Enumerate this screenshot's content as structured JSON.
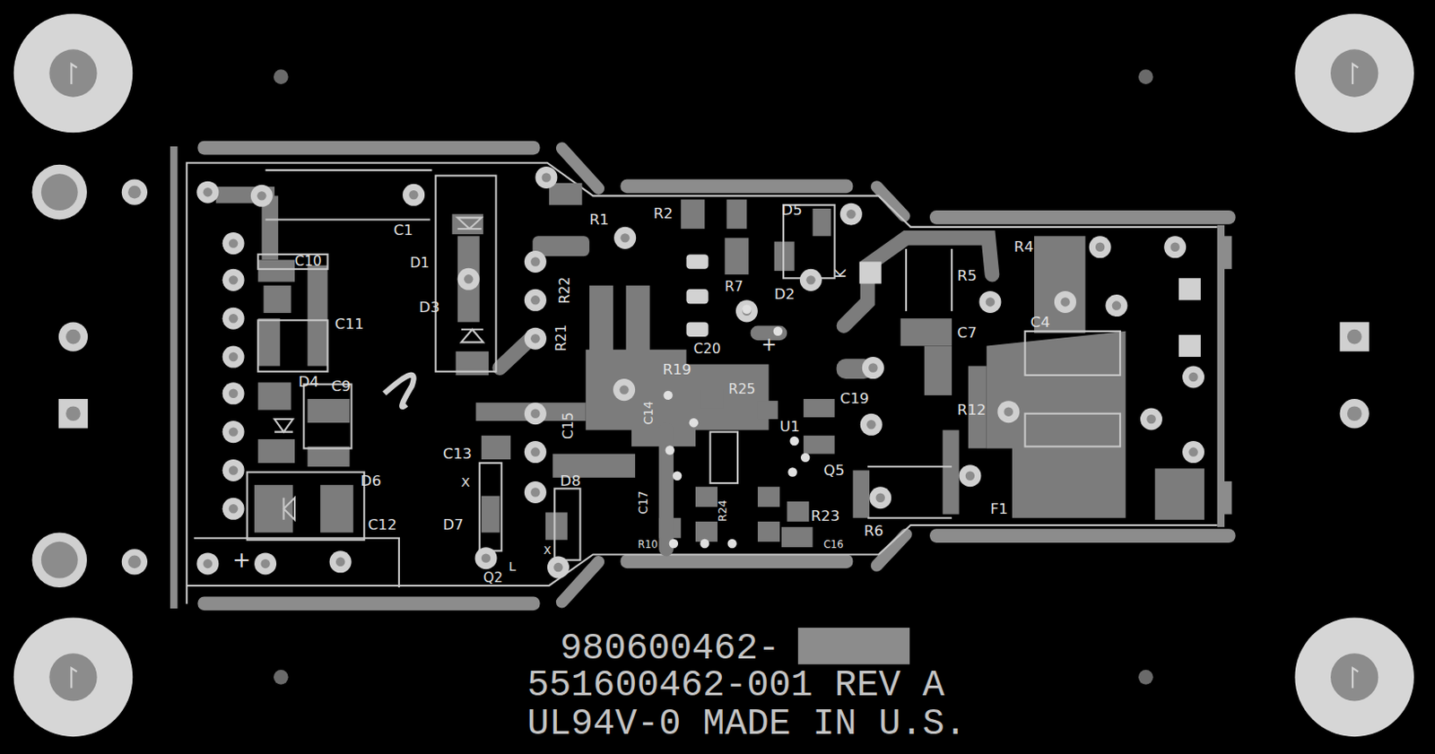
{
  "diagram": {
    "labels": [
      "C1",
      "D1",
      "D3",
      "C10",
      "C11",
      "C9",
      "D4",
      "D6",
      "C12",
      "+",
      "R1",
      "R2",
      "R22",
      "R21",
      "D5",
      "K",
      "R7",
      "D2",
      "C20",
      "+",
      "R19",
      "C14",
      "R25",
      "C19",
      "U1",
      "C15",
      "C13",
      "D8",
      "X",
      "D7",
      "Q2",
      "L",
      "X",
      "C17",
      "R10",
      "R24",
      "C16",
      "R23",
      "Q5",
      "R6",
      "R5",
      "R4",
      "C7",
      "C4",
      "R12",
      "F1",
      "980600462-",
      "551600462-001 REV A",
      "UL94V-0 MADE IN U.S."
    ]
  }
}
